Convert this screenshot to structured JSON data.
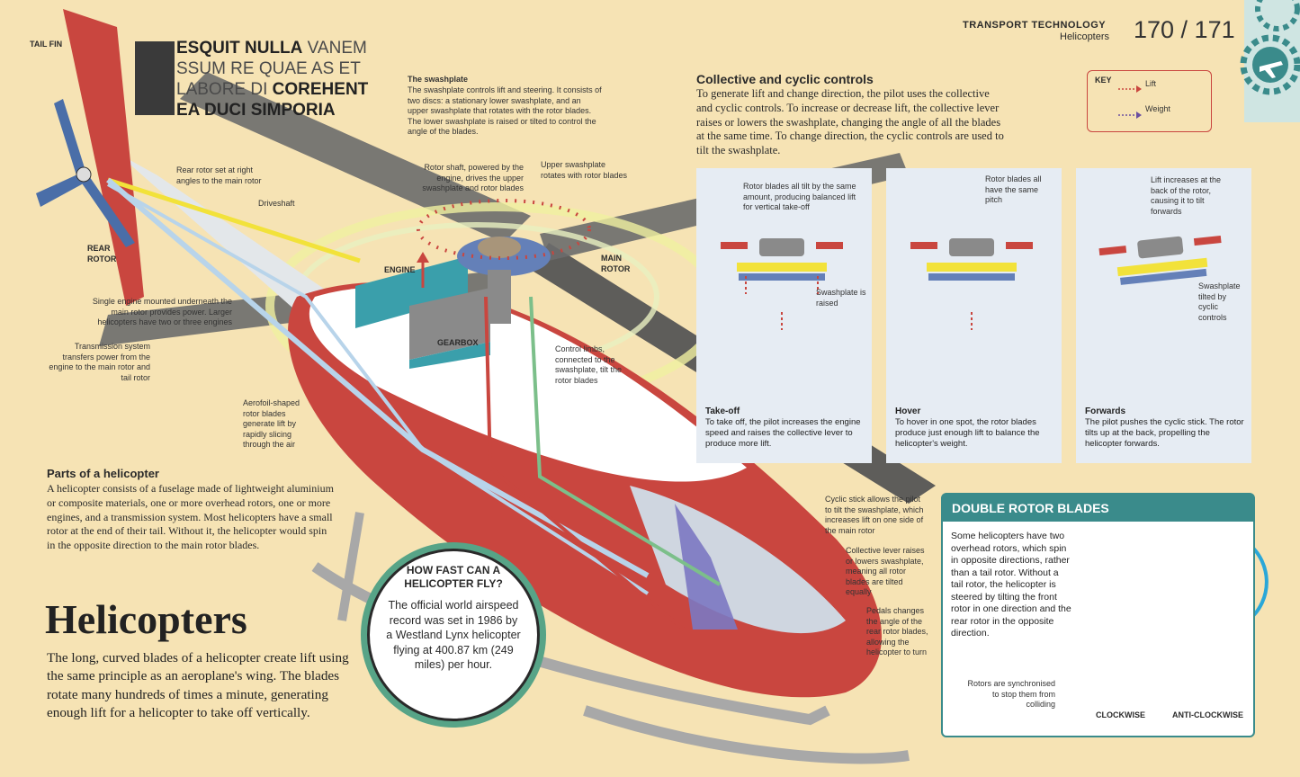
{
  "header": {
    "section": "TRANSPORT TECHNOLOGY",
    "subsection": "Helicopters",
    "pages": "170 / 171"
  },
  "fact_box": {
    "line1_bold": "ESQUIT NULLA",
    "line1_rest": " VANEM",
    "line2": "SSUM RE QUAE AS ET",
    "line3_rest": "LABORE DI ",
    "line3_bold": "COREHENT",
    "line4": "EA DUCI SIMPORIA"
  },
  "labels": {
    "tail_fin": "TAIL FIN",
    "rear_rotor": "REAR\nROTOR",
    "engine": "ENGINE",
    "gearbox": "GEARBOX",
    "main_rotor": "MAIN\nROTOR",
    "rear_rotor_set": "Rear rotor set at right angles to the main rotor",
    "driveshaft": "Driveshaft",
    "single_engine": "Single engine mounted underneath the main rotor provides power. Larger helicopters have two or three engines",
    "transmission": "Transmission system transfers power from the engine to the main rotor and tail rotor",
    "aerofoil": "Aerofoil-shaped rotor blades generate lift by rapidly slicing through the air",
    "swashplate_title": "The swashplate",
    "swashplate_text": "The swashplate controls lift and steering. It consists of two discs: a stationary lower swashplate, and an upper swashplate that rotates with the rotor blades. The lower swashplate is raised or tilted to control the angle of the blades.",
    "rotor_shaft": "Rotor shaft, powered by the engine, drives the upper swashplate and rotor blades",
    "upper_swashplate": "Upper swashplate rotates with rotor blades",
    "control_limbs": "Control limbs, connected to the swashplate, tilt the rotor blades",
    "cyclic_stick": "Cyclic stick allows the pilot to tilt the swashplate, which increases lift on one side of the main rotor",
    "collective_lever": "Collective lever raises or lowers swashplate, meaning all rotor blades are tilted equally",
    "pedals": "Pedals changes the angle of the rear rotor blades, allowing the helicopter to turn"
  },
  "controls": {
    "title": "Collective and cyclic controls",
    "text": "To generate lift and change direction, the pilot uses the collective and cyclic controls. To increase or decrease lift, the collective lever raises or lowers the swashplate, changing the angle of all the blades at the same time. To change direction, the cyclic controls are used to tilt the swashplate."
  },
  "key": {
    "title": "KEY",
    "lift": "Lift",
    "weight": "Weight",
    "lift_color": "#c9463f",
    "weight_color": "#6a4fa0"
  },
  "panels": [
    {
      "note": "Rotor blades all tilt by the same amount, producing balanced lift for vertical take-off",
      "note2": "Swashplate is raised",
      "title": "Take-off",
      "text": "To take off, the pilot increases the engine speed and raises the collective lever to produce more lift."
    },
    {
      "note": "Rotor blades all have the same pitch",
      "note2": "",
      "title": "Hover",
      "text": "To hover in one spot, the rotor blades produce just enough lift to balance the helicopter's weight."
    },
    {
      "note": "Lift increases at the back of the rotor, causing it to tilt forwards",
      "note2": "Swashplate tilted by cyclic controls",
      "title": "Forwards",
      "text": "The pilot pushes the cyclic stick. The rotor tilts up at the back, propelling the helicopter forwards."
    }
  ],
  "parts": {
    "title": "Parts of a helicopter",
    "text": "A helicopter consists of a fuselage made of lightweight aluminium or composite materials, one or more overhead rotors, one or more engines, and a transmission system. Most helicopters have a small rotor at the end of their tail. Without it, the helicopter would spin in the opposite direction to the main rotor blades."
  },
  "main": {
    "title": "Helicopters",
    "intro": "The long, curved blades of a helicopter create lift using the same principle as an aeroplane's wing. The blades rotate many hundreds of times a minute, generating enough lift for a helicopter to take off vertically."
  },
  "speed": {
    "title": "HOW FAST CAN A HELICOPTER FLY?",
    "text": "The official world airspeed record was set in 1986 by a Westland Lynx helicopter flying at 400.87 km (249 miles) per hour."
  },
  "double_rotor": {
    "title": "DOUBLE ROTOR BLADES",
    "text": "Some helicopters have two overhead rotors, which spin in opposite directions, rather than a tail rotor. Without a tail rotor, the helicopter is steered by tilting the front rotor in one direction and the rear rotor in the opposite direction.",
    "sync": "Rotors are synchronised to stop them from colliding",
    "clockwise": "CLOCKWISE",
    "anticlockwise": "ANTI-CLOCKWISE"
  },
  "colors": {
    "background": "#f6e3b4",
    "red": "#c9463f",
    "teal": "#3a8b8b",
    "green": "#7cbf8a",
    "blue": "#4a6ea8"
  }
}
